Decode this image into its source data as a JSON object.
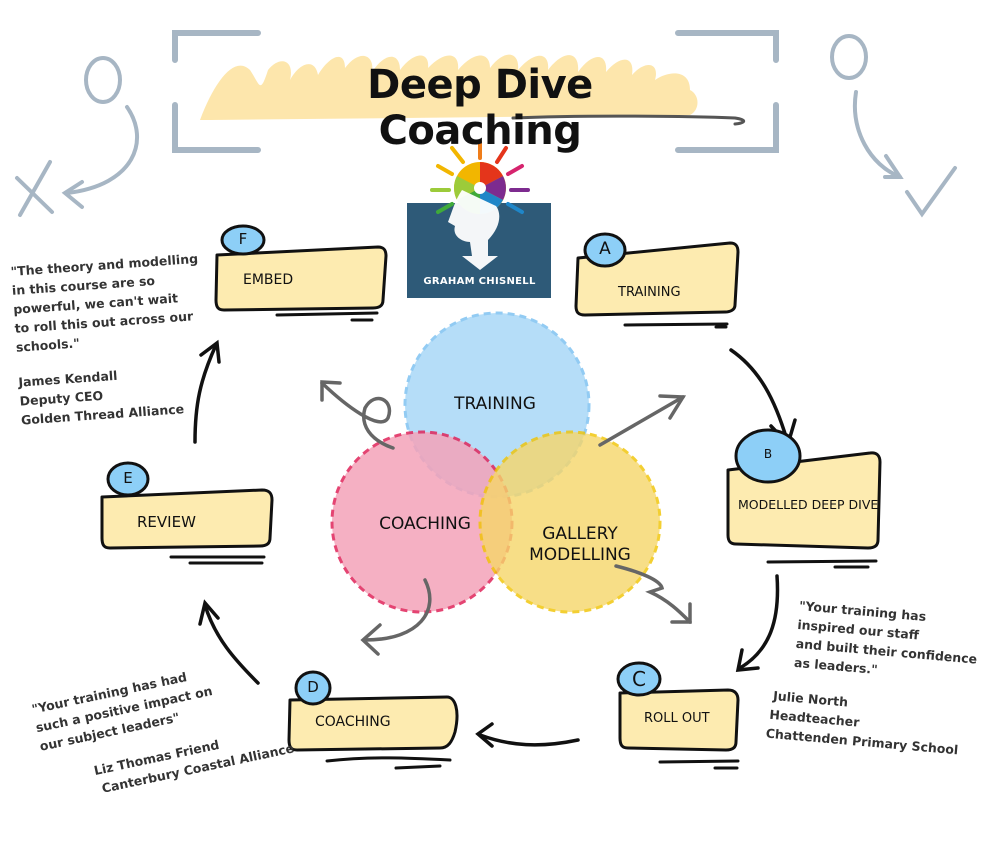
{
  "header": {
    "title": "Deep Dive Coaching"
  },
  "logo": {
    "name": "GRAHAM CHISNELL",
    "background_color": "#2e5a78"
  },
  "colors": {
    "card_fill": "#fdebb0",
    "badge_fill": "#8dcff7",
    "venn_training": "#a9d8f7",
    "venn_coaching": "#f4a3b9",
    "venn_gallery": "#f6d66a",
    "highlight": "#fde3a3",
    "sketch_grey": "#9fb0bf"
  },
  "steps": [
    {
      "letter": "A",
      "label": "TRAINING"
    },
    {
      "letter": "B",
      "label": "MODELLED DEEP DIVE"
    },
    {
      "letter": "C",
      "label": "ROLL OUT"
    },
    {
      "letter": "D",
      "label": "COACHING"
    },
    {
      "letter": "E",
      "label": "REVIEW"
    },
    {
      "letter": "F",
      "label": "EMBED"
    }
  ],
  "venn": {
    "top": "TRAINING",
    "left": "COACHING",
    "right_line1": "GALLERY",
    "right_line2": "MODELLING"
  },
  "testimonials": [
    {
      "lines": [
        "\"The theory and modelling",
        "in this course are so",
        "powerful, we can't wait",
        "to roll this out across our",
        "schools.\""
      ],
      "name": "James Kendall",
      "role": "Deputy CEO",
      "org": "Golden Thread Alliance"
    },
    {
      "lines": [
        "\"Your training has",
        "inspired our staff",
        "and built their confidence",
        "as leaders.\""
      ],
      "name": "Julie North",
      "role": "Headteacher",
      "org": "Chattenden Primary School"
    },
    {
      "lines": [
        "\"Your training has had",
        "such a positive impact on",
        "our subject leaders\""
      ],
      "name": "Liz Thomas Friend",
      "org": "Canterbury Coastal Alliance"
    }
  ]
}
